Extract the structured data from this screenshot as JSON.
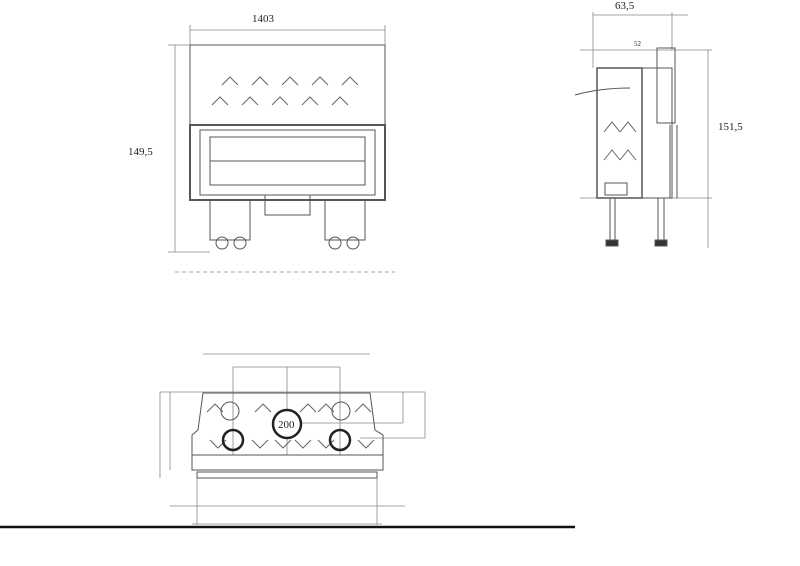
{
  "front_view": {
    "width_label": "1403",
    "height_label": "149,5"
  },
  "side_view": {
    "depth_label": "63,5",
    "height_label": "151,5",
    "small_label": "52"
  },
  "top_view": {
    "outlet_label": "200"
  },
  "colors": {
    "line": "#555555",
    "ink": "#222222",
    "background": "#ffffff"
  }
}
